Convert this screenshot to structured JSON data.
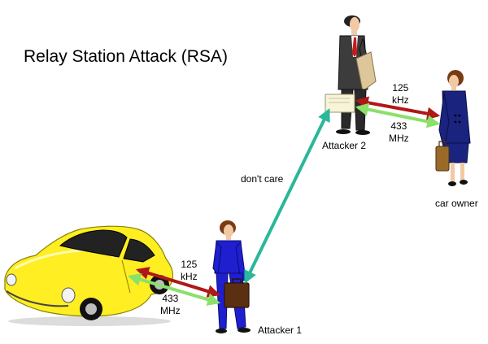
{
  "title": "Relay Station Attack (RSA)",
  "labels": {
    "attacker2": "Attacker 2",
    "attacker1": "Attacker 1",
    "car_owner": "car owner",
    "dont_care": "don't care",
    "top_lf_value": "125",
    "top_lf_unit": "kHz",
    "top_uhf_value": "433",
    "top_uhf_unit": "MHz",
    "bottom_lf_value": "125",
    "bottom_lf_unit": "kHz",
    "bottom_uhf_value": "433",
    "bottom_uhf_unit": "MHz"
  },
  "colors": {
    "lf_link": "#b01818",
    "uhf_link": "#8be06a",
    "relay_link": "#2ab79a",
    "car_body": "#ffee22",
    "suit_navy": "#1a237e",
    "suit_blue": "#1f1fd0",
    "coat_grey": "#3c3c3c"
  },
  "icons": [
    "sports-car-illustration",
    "attacker1-figure",
    "attacker2-figure",
    "car-owner-figure"
  ]
}
